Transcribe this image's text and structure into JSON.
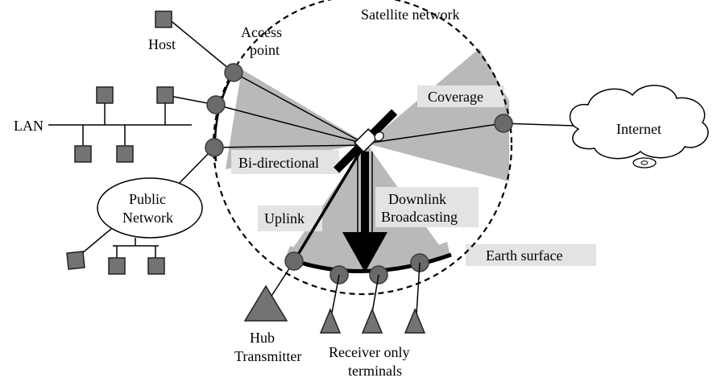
{
  "labels": {
    "satellite_network": "Satellite network",
    "host": "Host",
    "access_point_1": "Access",
    "access_point_2": "point",
    "lan": "LAN",
    "coverage": "Coverage",
    "internet": "Internet",
    "bi_directional": "Bi-directional",
    "public_network_1": "Public",
    "public_network_2": "Network",
    "uplink": "Uplink",
    "downlink_1": "Downlink",
    "downlink_2": "Broadcasting",
    "earth_surface": "Earth surface",
    "hub_1": "Hub",
    "hub_2": "Transmitter",
    "receiver_1": "Receiver only",
    "receiver_2": "terminals"
  },
  "colors": {
    "coverage_wedge": "#b9b9b9",
    "label_band": "#e3e3e3",
    "node": "#6a6a6a",
    "terminal": "#737373"
  }
}
